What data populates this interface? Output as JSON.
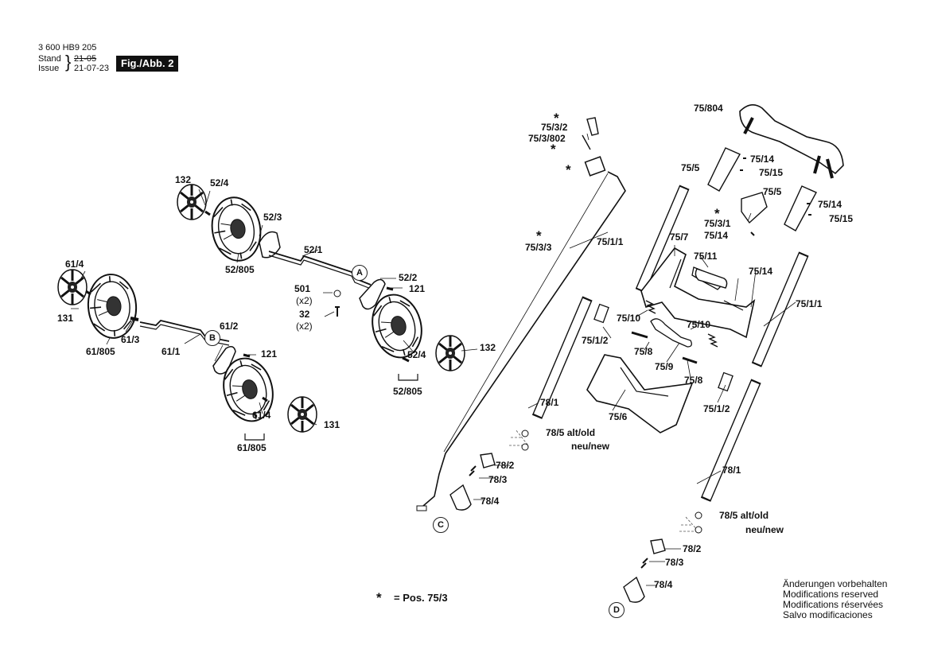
{
  "header": {
    "doc_number": "3 600 HB9 205",
    "stand_label": "Stand",
    "issue_label": "Issue",
    "old_date": "21-05",
    "new_date": "21-07-23",
    "figure_badge": "Fig./Abb. 2"
  },
  "parts": {
    "p132a": "132",
    "p52_4a": "52/4",
    "p52_3": "52/3",
    "p52_805a": "52/805",
    "p52_1": "52/1",
    "p52_2": "52/2",
    "p121a": "121",
    "p501": "501",
    "x2a": "(x2)",
    "p32": "32",
    "x2b": "(x2)",
    "p52_4b": "52/4",
    "p132b": "132",
    "p52_805b": "52/805",
    "p61_4a": "61/4",
    "p131a": "131",
    "p61_805a": "61/805",
    "p61_3": "61/3",
    "p61_1": "61/1",
    "p61_2": "61/2",
    "p121b": "121",
    "p61_4b": "61/4",
    "p131b": "131",
    "p61_805b": "61/805",
    "p75_3_2": "75/3/2",
    "p75_3_802": "75/3/802",
    "p75_3_3": "75/3/3",
    "p75_804": "75/804",
    "p75_5a": "75/5",
    "p75_14a": "75/14",
    "p75_15a": "75/15",
    "p75_5b": "75/5",
    "p75_14b": "75/14",
    "p75_15b": "75/15",
    "p75_3_1": "75/3/1",
    "p75_14c": "75/14",
    "p75_1_1a": "75/1/1",
    "p75_7": "75/7",
    "p75_11": "75/11",
    "p75_14d": "75/14",
    "p75_1_1b": "75/1/1",
    "p75_10a": "75/10",
    "p75_10b": "75/10",
    "p75_1_2a": "75/1/2",
    "p75_8a": "75/8",
    "p75_9": "75/9",
    "p75_8b": "75/8",
    "p75_1_2b": "75/1/2",
    "p75_6": "75/6",
    "p78_1a": "78/1",
    "p78_5a": "78/5 alt/old",
    "neu_a": "neu/new",
    "p78_2a": "78/2",
    "p78_3a": "78/3",
    "p78_4a": "78/4",
    "p78_1b": "78/1",
    "p78_5b": "78/5 alt/old",
    "neu_b": "neu/new",
    "p78_2b": "78/2",
    "p78_3b": "78/3",
    "p78_4b": "78/4"
  },
  "callouts": {
    "a": "A",
    "b": "B",
    "c": "C",
    "d": "D"
  },
  "star": "*",
  "legend": "= Pos. 75/3",
  "notes": [
    "Änderungen vorbehalten",
    "Modifications reserved",
    "Modifications réservées",
    "Salvo modificaciones"
  ]
}
